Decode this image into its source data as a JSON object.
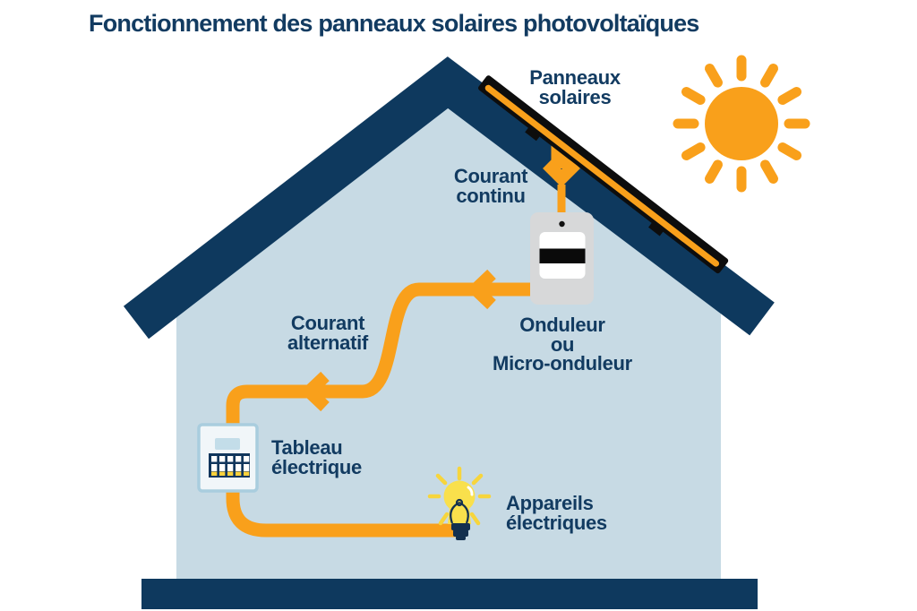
{
  "title": "Fonctionnement des panneaux solaires photovoltaïques",
  "labels": {
    "panels": {
      "line1": "Panneaux",
      "line2": "solaires"
    },
    "dc": {
      "line1": "Courant",
      "line2": "continu"
    },
    "inverter": {
      "line1": "Onduleur",
      "line2": "ou",
      "line3": "Micro-onduleur"
    },
    "ac": {
      "line1": "Courant",
      "line2": "alternatif"
    },
    "board": {
      "line1": "Tableau",
      "line2": "électrique"
    },
    "appliances": {
      "line1": "Appareils",
      "line2": "électriques"
    }
  },
  "colors": {
    "navy": "#0e395e",
    "text_navy": "#123b61",
    "wall_blue": "#c7dae4",
    "orange": "#f9a01b",
    "panel_black": "#0d0d0d",
    "inverter_gray": "#d7d8d9",
    "board_fill": "#f1f6f9",
    "board_border": "#a9cdde",
    "board_display": "#c3dde9",
    "breaker_yellow": "#ffd23b",
    "bulb_yellow": "#f9e04c",
    "ray_yellow": "#f7d53c",
    "bulb_base_navy": "#13304f",
    "white": "#ffffff"
  },
  "icons": {
    "sun": "sun-icon",
    "solar_panel": "solar-panel-icon",
    "dc_arrow": "dc-arrow-icon",
    "inverter": "inverter-icon",
    "breaker_panel": "breaker-panel-icon",
    "lightbulb": "lightbulb-icon",
    "flow_arrowheads": "arrowhead-left-icon"
  }
}
